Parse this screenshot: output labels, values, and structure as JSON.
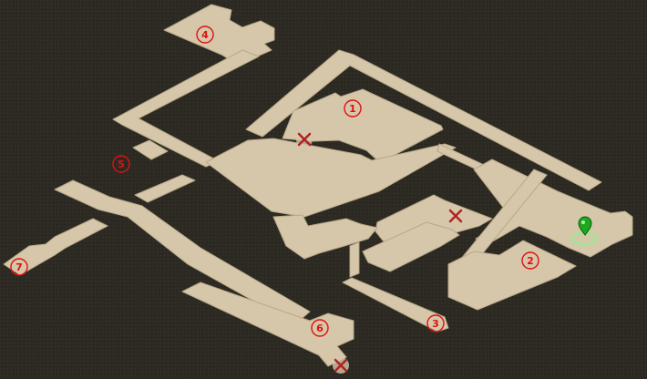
{
  "map": {
    "background_color": "#2c2a22",
    "floor_color": "#d6c7ab",
    "floor_edge_color": "#b8a888",
    "label_color": "#e01010",
    "cross_marker_color": "#b22222",
    "player_marker_color": "#1fa81f",
    "player_ring_color": "#8ef08e"
  },
  "labels": [
    {
      "id": "label-1",
      "text": "1"
    },
    {
      "id": "label-2",
      "text": "2"
    },
    {
      "id": "label-3",
      "text": "3"
    },
    {
      "id": "label-4",
      "text": "4"
    },
    {
      "id": "label-5",
      "text": "5"
    },
    {
      "id": "label-6",
      "text": "6"
    },
    {
      "id": "label-7",
      "text": "7"
    }
  ],
  "markers": [
    {
      "id": "cross-marker-a",
      "type": "cross-icon"
    },
    {
      "id": "cross-marker-b",
      "type": "cross-icon"
    },
    {
      "id": "cross-marker-c",
      "type": "cross-icon"
    },
    {
      "id": "player-position",
      "type": "map-pin-icon"
    }
  ]
}
